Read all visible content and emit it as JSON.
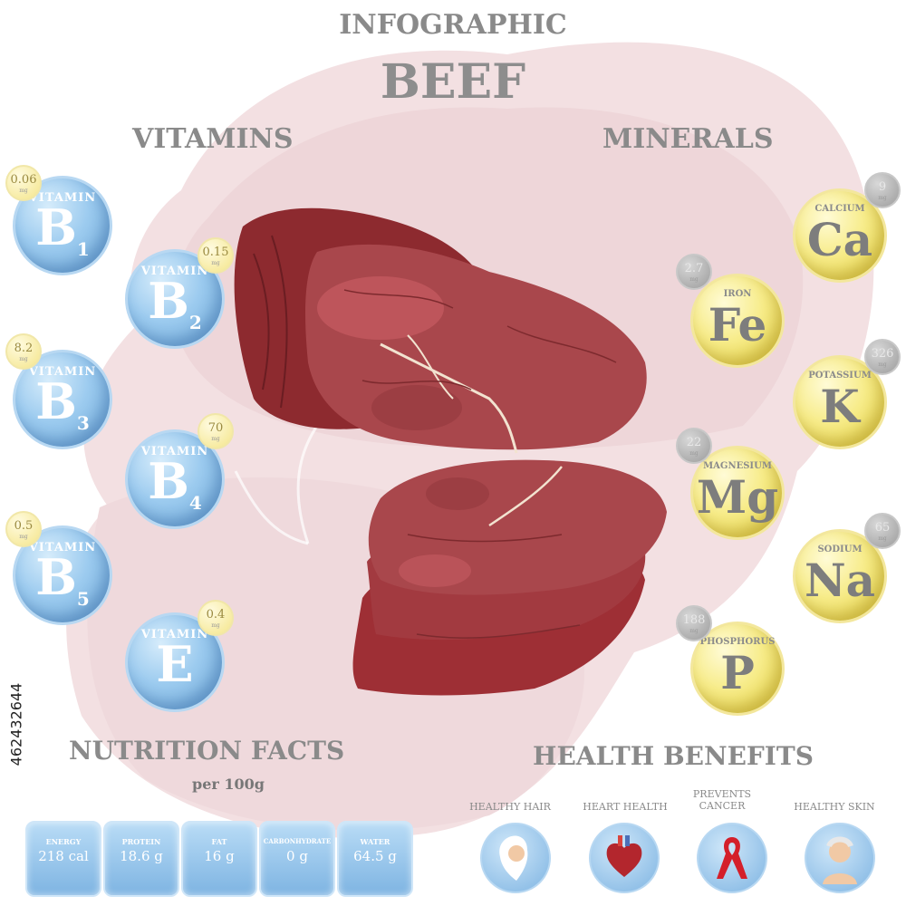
{
  "header": {
    "subtitle": "INFOGRAPHIC",
    "title": "BEEF"
  },
  "vitamins": {
    "heading": "VITAMINS",
    "word": "VITAMIN",
    "items": [
      {
        "letter": "B",
        "sub": "1",
        "value": "0.06",
        "unit": "mg"
      },
      {
        "letter": "B",
        "sub": "2",
        "value": "0.15",
        "unit": "mg"
      },
      {
        "letter": "B",
        "sub": "3",
        "value": "8.2",
        "unit": "mg"
      },
      {
        "letter": "B",
        "sub": "4",
        "value": "70",
        "unit": "mg"
      },
      {
        "letter": "B",
        "sub": "5",
        "value": "0.5",
        "unit": "mg"
      },
      {
        "letter": "E",
        "sub": "",
        "value": "0.4",
        "unit": "mg"
      }
    ]
  },
  "minerals": {
    "heading": "MINERALS",
    "items": [
      {
        "name": "CALCIUM",
        "symbol": "Ca",
        "value": "9",
        "unit": "mg"
      },
      {
        "name": "IRON",
        "symbol": "Fe",
        "value": "2.7",
        "unit": "mg"
      },
      {
        "name": "POTASSIUM",
        "symbol": "K",
        "value": "326",
        "unit": "mg"
      },
      {
        "name": "MAGNESIUM",
        "symbol": "Mg",
        "value": "22",
        "unit": "mg"
      },
      {
        "name": "SODIUM",
        "symbol": "Na",
        "value": "65",
        "unit": "mg"
      },
      {
        "name": "PHOSPHORUS",
        "symbol": "P",
        "value": "188",
        "unit": "mg"
      }
    ]
  },
  "nutrition": {
    "heading": "NUTRITION FACTS",
    "per": "per 100g",
    "items": [
      {
        "label": "ENERGY",
        "value": "218 cal"
      },
      {
        "label": "PROTEIN",
        "value": "18.6 g"
      },
      {
        "label": "FAT",
        "value": "16 g"
      },
      {
        "label": "CARBONHYDRATE",
        "value": "0 g"
      },
      {
        "label": "WATER",
        "value": "64.5 g"
      }
    ]
  },
  "health": {
    "heading": "HEALTH BENEFITS",
    "items": [
      {
        "label": "HEALTHY HAIR",
        "icon": "hair-icon"
      },
      {
        "label": "HEART HEALTH",
        "icon": "heart-icon"
      },
      {
        "label": "PREVENTS CANCER",
        "icon": "ribbon-icon"
      },
      {
        "label": "HEALTHY SKIN",
        "icon": "face-icon"
      }
    ]
  },
  "watermark": "462432644",
  "colors": {
    "vitamin_blue": "#7eb4e2",
    "mineral_yellow": "#f4e58a",
    "meat_red": "#9e2f35",
    "background_meat": "#f2dcdf"
  }
}
